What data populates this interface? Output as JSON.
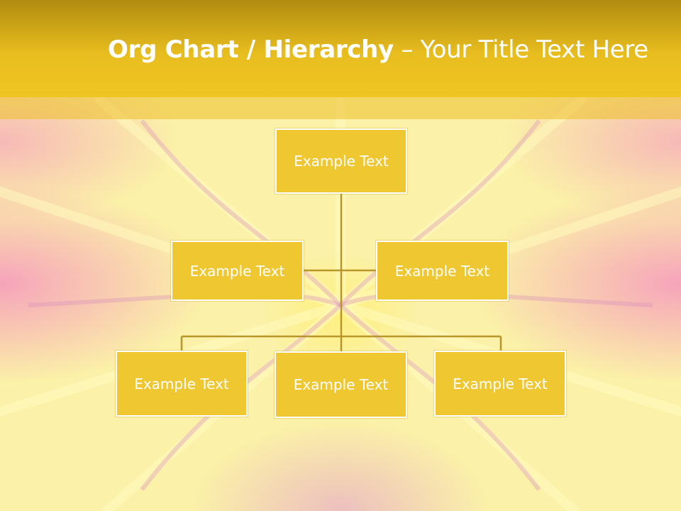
{
  "title": {
    "main": "Org Chart / Hierarchy",
    "separator": " – ",
    "subtitle": "Your Title Text Here"
  },
  "org_chart": {
    "root": "Example Text",
    "assistants": [
      "Example Text",
      "Example Text"
    ],
    "children": [
      "Example Text",
      "Example Text",
      "Example Text"
    ]
  },
  "colors": {
    "title_bar": "#efc522",
    "node_fill": "#efc731",
    "node_border": "#ffffff",
    "connector": "#b8962a"
  }
}
